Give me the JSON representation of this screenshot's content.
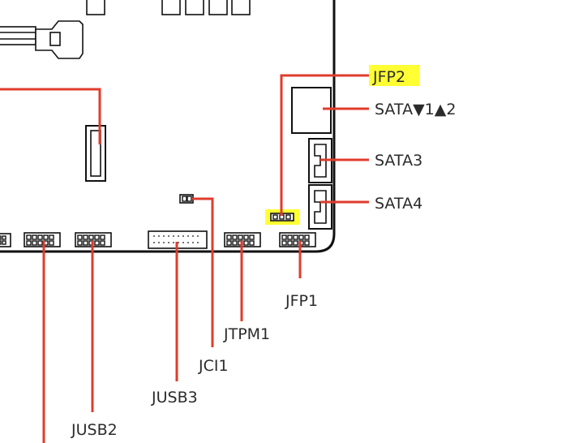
{
  "labels": {
    "jfp2": "JFP2",
    "sata12": "SATA▼1▲2",
    "sata3": "SATA3",
    "sata4": "SATA4",
    "jfp1": "JFP1",
    "jtpm1": "JTPM1",
    "jci1": "JCI1",
    "jusb3": "JUSB3",
    "jusb2": "JUSB2"
  },
  "colors": {
    "leader_line": "#e03c2c",
    "highlight": "#ffff33",
    "outline": "#111111",
    "text": "#2b2b2b"
  }
}
